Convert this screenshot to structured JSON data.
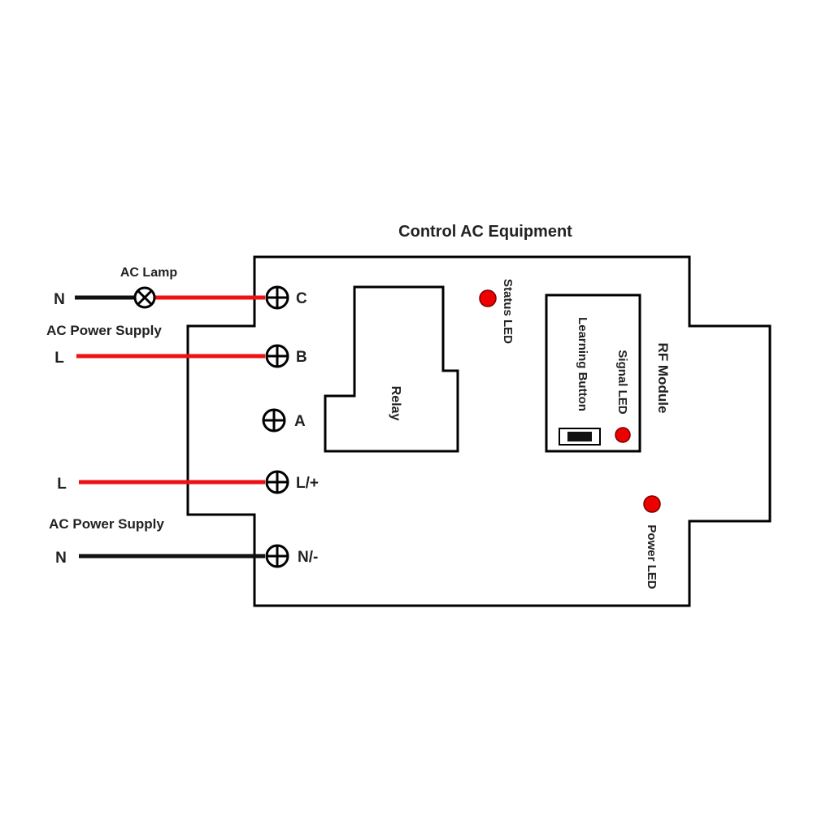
{
  "title": "Control AC Equipment",
  "lamp_label": "AC Lamp",
  "supply_labels": {
    "top": "AC Power Supply",
    "bottom": "AC Power Supply"
  },
  "wire_labels": {
    "lamp_n": "N",
    "top_l": "L",
    "bottom_l": "L",
    "bottom_n": "N"
  },
  "terminals": {
    "c": "C",
    "b": "B",
    "a": "A",
    "l_plus": "L/+",
    "n_minus": "N/-"
  },
  "components": {
    "relay": "Relay",
    "rf_module": "RF Module",
    "learning_button": "Learning Button",
    "signal_led": "Signal LED",
    "status_led": "Status LED",
    "power_led": "Power LED"
  },
  "colors": {
    "live_wire": "#ee1111",
    "neutral_wire": "#111111",
    "led": "#ee0000"
  }
}
